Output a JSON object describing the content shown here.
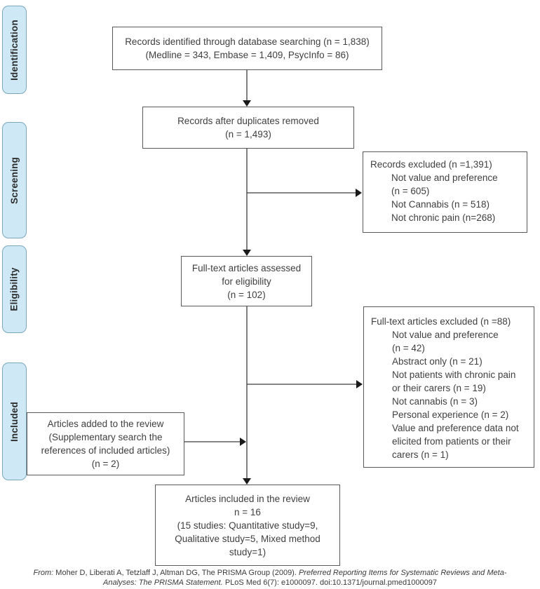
{
  "sidebar": {
    "stages": [
      "Identification",
      "Screening",
      "Eligibility",
      "Included"
    ]
  },
  "boxes": {
    "identified": {
      "line1": "Records identified through database searching (n = 1,838)",
      "line2": "(Medline = 343, Embase = 1,409, PsycInfo = 86)"
    },
    "deduplicated": {
      "line1": "Records after duplicates removed",
      "line2": "(n = 1,493)"
    },
    "records_excluded": {
      "header": "Records excluded (n =1,391)",
      "lines": [
        "Not value and preference",
        "(n = 605)",
        "Not Cannabis (n = 518)",
        "Not chronic pain (n=268)"
      ]
    },
    "fulltext_assessed": {
      "line1": "Full-text articles assessed",
      "line2": "for eligibility",
      "line3": "(n = 102)"
    },
    "fulltext_excluded": {
      "header": "Full-text articles excluded (n =88)",
      "lines": [
        "Not value and preference",
        "(n = 42)",
        "Abstract only (n = 21)",
        "Not patients with chronic pain",
        "or their carers (n = 19)",
        "Not cannabis (n = 3)",
        "Personal experience (n = 2)",
        "Value and preference data not",
        "elicited from patients or their",
        "carers (n = 1)"
      ]
    },
    "articles_added": {
      "line1": "Articles added to the review",
      "line2": "(Supplementary search the",
      "line3": "references of included articles)",
      "line4": "(n = 2)"
    },
    "included": {
      "line1": "Articles included in the review",
      "line2": "n = 16",
      "line3": "(15 studies: Quantitative study=9,",
      "line4": "Qualitative study=5, Mixed method",
      "line5": "study=1)"
    }
  },
  "citation": {
    "prefix": "From:",
    "authors": " Moher D, Liberati A, Tetzlaff J, Altman DG, The PRISMA Group (2009). ",
    "title_line1": "Preferred Reporting Items for Systematic Reviews and Meta-",
    "title_line2": "Analyses: The PRISMA Statement.",
    "rest": " PLoS Med 6(7): e1000097. doi:10.1371/journal.pmed1000097"
  },
  "colors": {
    "stage_fill": "#cfe8f6",
    "stage_border": "#7ba7bc",
    "box_border": "#595959",
    "text": "#3f3f3f",
    "arrow": "#3c3c3c"
  }
}
